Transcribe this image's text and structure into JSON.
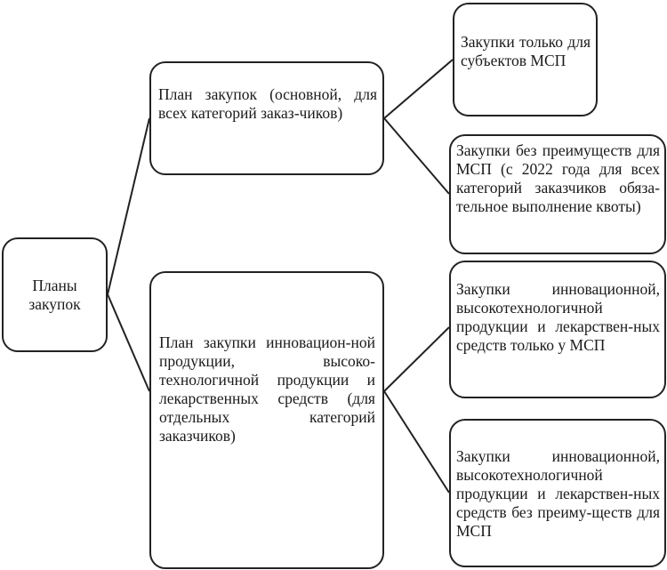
{
  "root": {
    "label": "Планы\nзакупок"
  },
  "plans": [
    {
      "label": "План закупок (основной, для всех категорий заказ-чиков)"
    },
    {
      "label": "План закупки инновацион-ной продукции, высоко-технологичной продукции и лекарственных средств (для отдельных категорий заказчиков)"
    }
  ],
  "purchases": [
    {
      "label": "Закупки только для субъектов МСП"
    },
    {
      "label": "Закупки без преимуществ для МСП (с 2022 года для всех категорий заказчиков обяза-тельное выполнение квоты)"
    },
    {
      "label": "Закупки инновационной, высокотехнологичной продукции и лекарствен-ных средств только у МСП"
    },
    {
      "label": "Закупки инновационной, высокотехнологичной продукции и лекарствен-ных средств без преиму-ществ для МСП"
    }
  ]
}
